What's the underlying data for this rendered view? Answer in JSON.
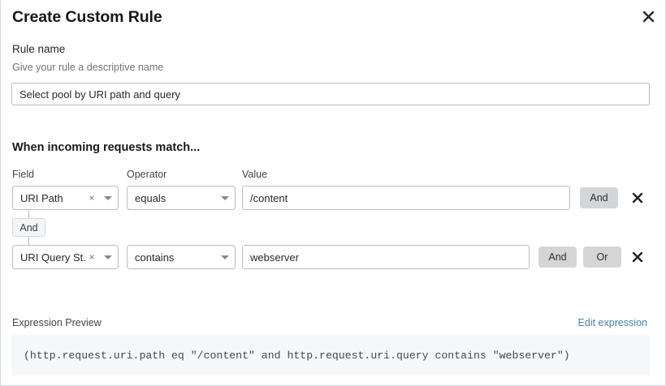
{
  "dialog": {
    "title": "Create Custom Rule",
    "close_icon": "close-icon"
  },
  "rule_name": {
    "label": "Rule name",
    "help": "Give your rule a descriptive name",
    "value": "Select pool by URI path and query",
    "placeholder": "Rule name"
  },
  "conditions": {
    "heading": "When incoming requests match...",
    "columns": {
      "field": "Field",
      "operator": "Operator",
      "value": "Value"
    },
    "connector": {
      "label": "And"
    },
    "rows": [
      {
        "field": "URI Path",
        "field_clear_icon": "×",
        "operator": "equals",
        "value": "/content",
        "value_placeholder": "Value",
        "buttons": [
          "And"
        ],
        "remove_icon": "close-icon"
      },
      {
        "field": "URI Query St...",
        "field_clear_icon": "×",
        "operator": "contains",
        "value": "webserver",
        "value_placeholder": "Value",
        "buttons": [
          "And",
          "Or"
        ],
        "remove_icon": "close-icon"
      }
    ]
  },
  "expression_preview": {
    "label": "Expression Preview",
    "edit_link": "Edit expression",
    "code": "(http.request.uri.path eq \"/content\" and http.request.uri.query contains \"webserver\")"
  },
  "colors": {
    "link": "#4583ad",
    "button_gray": "#d3d5d7",
    "code_background": "#f6f7f8",
    "border": "#b9bdc1"
  }
}
